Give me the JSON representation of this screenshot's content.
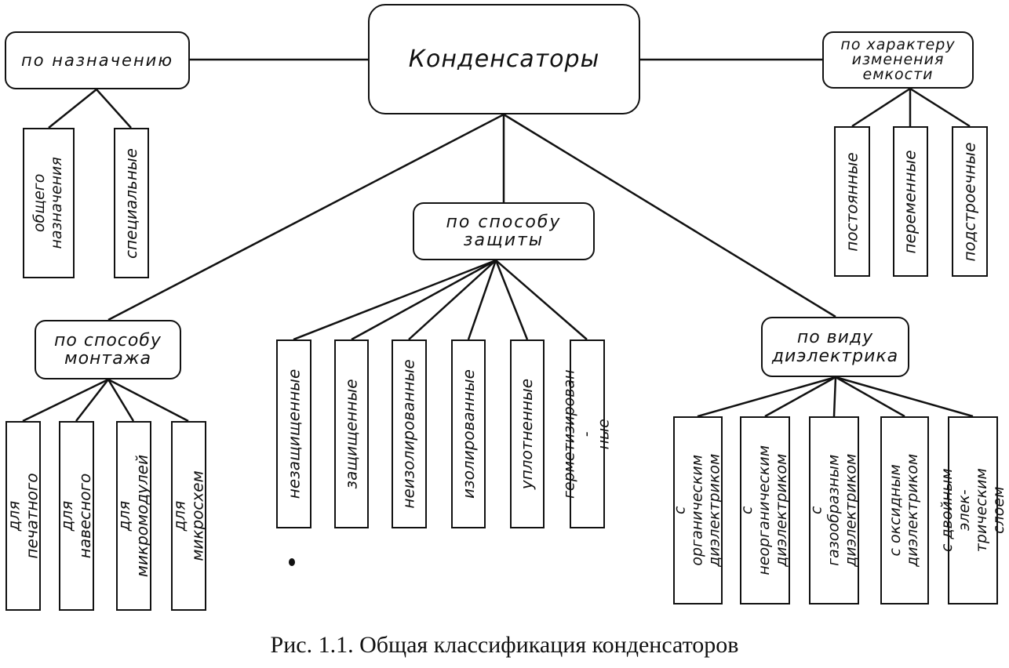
{
  "root": {
    "label": "Конденсаторы"
  },
  "categories": {
    "purpose": {
      "label": "по  назначению",
      "items": [
        {
          "label": "общего\nназначения"
        },
        {
          "label": "специальные"
        }
      ]
    },
    "capacity_change": {
      "label": "по  характеру\nизменения\nемкости",
      "items": [
        {
          "label": "постоянные"
        },
        {
          "label": "переменные"
        },
        {
          "label": "подстроечные"
        }
      ]
    },
    "protection": {
      "label": "по  способу\nзащиты",
      "items": [
        {
          "label": "незащищенные"
        },
        {
          "label": "защищенные"
        },
        {
          "label": "неизолированные"
        },
        {
          "label": "изолированные"
        },
        {
          "label": "уплотненные"
        },
        {
          "label": "герметизирован -\nные"
        }
      ]
    },
    "mounting": {
      "label": "по  способу\nмонтажа",
      "items": [
        {
          "label": "для  печатного"
        },
        {
          "label": "для  навесного"
        },
        {
          "label": "для  микромодулей"
        },
        {
          "label": "для  микросхем"
        }
      ]
    },
    "dielectric": {
      "label": "по  виду\nдиэлектрика",
      "items": [
        {
          "label": "с  органическим\nдиэлектриком"
        },
        {
          "label": "с  неорганическим\nдиэлектриком"
        },
        {
          "label": "с  газообразным\nдиэлектриком"
        },
        {
          "label": "с  оксидным\nдиэлектриком"
        },
        {
          "label": "с  двойным  элек-\nтрическим  слоем"
        }
      ]
    }
  },
  "caption": "Рис. 1.1.  Общая классификация конденсаторов"
}
